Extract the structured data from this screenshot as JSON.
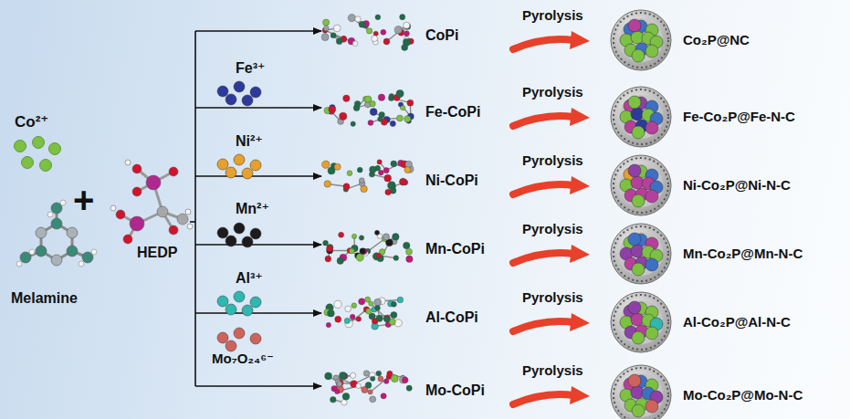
{
  "diagram": {
    "labels": [
      "Co²⁺",
      "Melamine",
      "+",
      "HEDP",
      "Fe³⁺",
      "Ni²⁺",
      "Mn²⁺",
      "Al³⁺",
      "Mo₇O₂₄⁶⁻",
      "CoPi",
      "Pyrolysis",
      "Co₂P@NC",
      "Fe-CoPi",
      "Pyrolysis",
      "Fe-Co₂P@Fe-N-C",
      "Ni-CoPi",
      "Pyrolysis",
      "Ni-Co₂P@Ni-N-C",
      "Mn-CoPi",
      "Pyrolysis",
      "Mn-Co₂P@Mn-N-C",
      "Al-CoPi",
      "Pyrolysis",
      "Al-Co₂P@Al-N-C",
      "Mo-CoPi",
      "Pyrolysis",
      "Mo-Co₂P@Mo-N-C"
    ]
  }
}
